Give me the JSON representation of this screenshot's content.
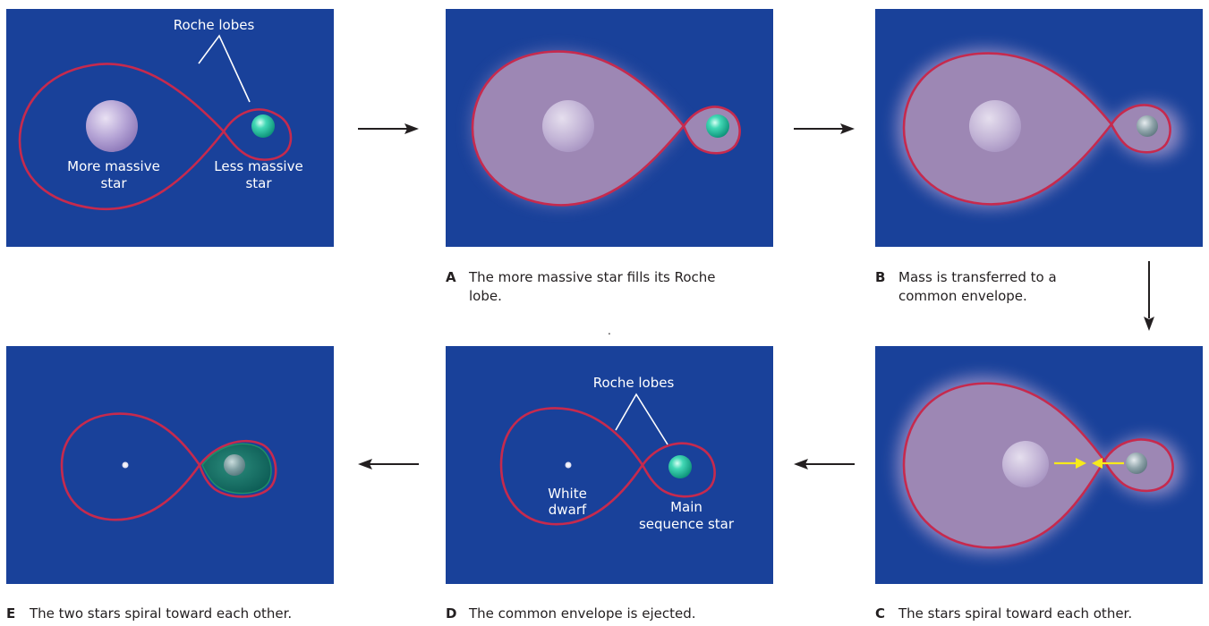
{
  "panels": {
    "p0": {
      "roche_label": "Roche lobes",
      "left_star_label": [
        "More massive",
        "star"
      ],
      "right_star_label": [
        "Less massive",
        "star"
      ]
    },
    "p4": {
      "roche_label": "Roche lobes",
      "left_star_label": [
        "White",
        "dwarf"
      ],
      "right_star_label": [
        "Main",
        "sequence star"
      ]
    }
  },
  "captions": {
    "A": {
      "letter": "A",
      "text": "The more massive star fills its Roche lobe."
    },
    "B": {
      "letter": "B",
      "text": "Mass is transferred to a common envelope."
    },
    "C": {
      "letter": "C",
      "text": "The stars spiral toward each other."
    },
    "D": {
      "letter": "D",
      "text": "The common envelope is ejected."
    },
    "E": {
      "letter": "E",
      "text": "The two stars spiral toward each other."
    }
  },
  "stray_mark": ".",
  "colors": {
    "panel_bg": "#19419a",
    "roche_lobe": "#c62a4e",
    "envelope": "#9d87b4",
    "companion_star": "#17b59a",
    "spiral_arrow": "#f7ea1a"
  }
}
